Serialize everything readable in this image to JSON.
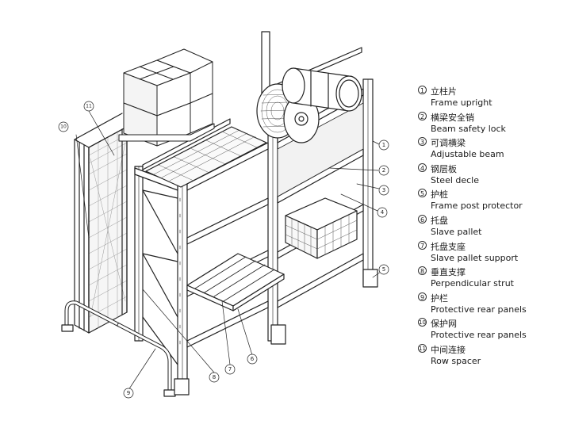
{
  "legend": [
    {
      "num": "1",
      "cn": "立柱片",
      "en": "Frame upright"
    },
    {
      "num": "2",
      "cn": "横梁安全销",
      "en": "Beam safety lock"
    },
    {
      "num": "3",
      "cn": "可调横梁",
      "en": "Adjustable beam"
    },
    {
      "num": "4",
      "cn": "钢层板",
      "en": "Steel decle"
    },
    {
      "num": "5",
      "cn": "护桩",
      "en": "Frame post protector"
    },
    {
      "num": "6",
      "cn": "托盘",
      "en": "Slave pallet"
    },
    {
      "num": "7",
      "cn": "托盘支座",
      "en": "Slave pallet support"
    },
    {
      "num": "8",
      "cn": "垂直支撑",
      "en": "Perpendicular strut"
    },
    {
      "num": "9",
      "cn": "护栏",
      "en": "Protective rear panels"
    },
    {
      "num": "10",
      "cn": "保护网",
      "en": "Protective rear panels"
    },
    {
      "num": "11",
      "cn": "中间连接",
      "en": "Row spacer"
    }
  ],
  "callouts": [
    "1",
    "2",
    "3",
    "4",
    "5",
    "6",
    "7",
    "8",
    "9",
    "10",
    "11"
  ]
}
